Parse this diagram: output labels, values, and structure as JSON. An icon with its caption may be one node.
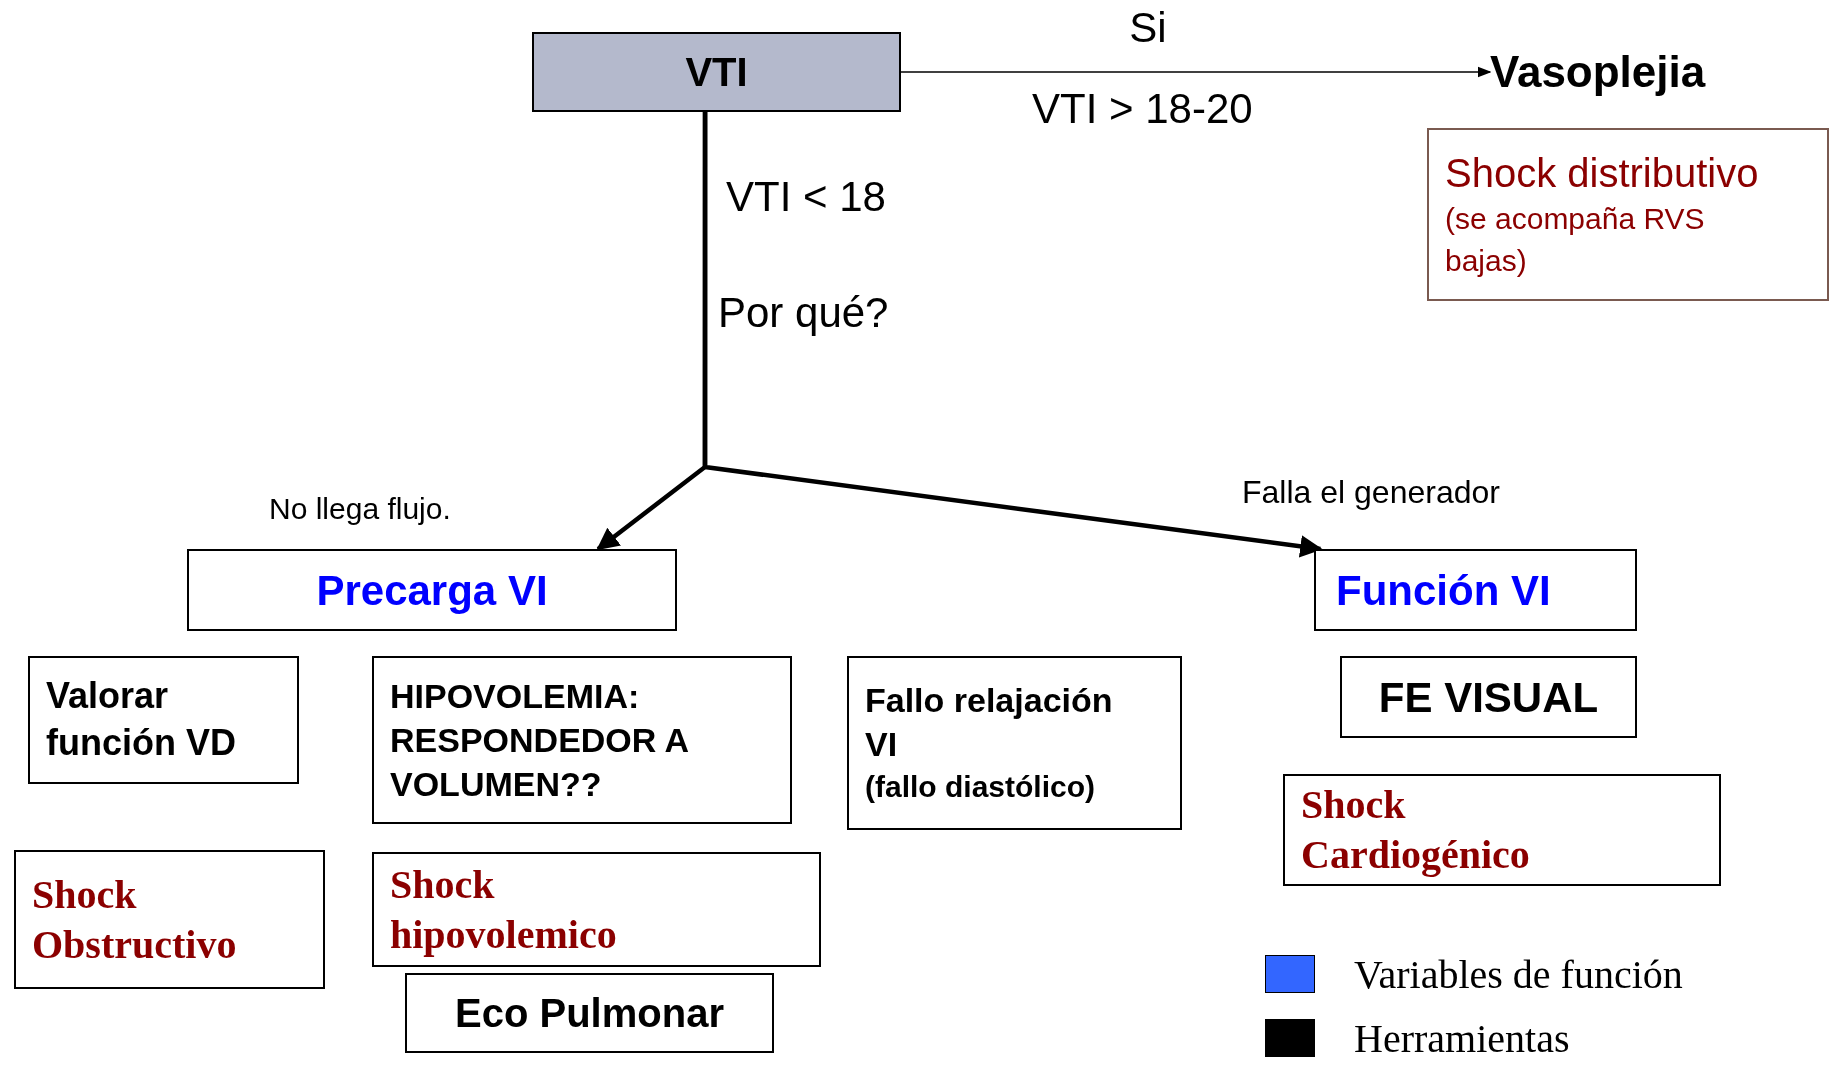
{
  "diagram": {
    "nodes": [
      {
        "text": [
          "VTI"
        ]
      },
      {
        "text": [
          "Vasoplejia"
        ]
      },
      {
        "text": [
          "Shock distributivo",
          "(se acompaña RVS bajas)"
        ]
      },
      {
        "text": [
          "Precarga VI"
        ],
        "beside": [
          "No llega flujo."
        ]
      },
      {
        "text": [
          "Función VI"
        ],
        "beside": [
          "Falla el generador"
        ]
      },
      {
        "text": [
          "Valorar función VD"
        ]
      },
      {
        "text": [
          "HIPOVOLEMIA: RESPONDEDOR A VOLUMEN??"
        ]
      },
      {
        "text": [
          "Fallo relajación VI",
          "(fallo diastólico)"
        ]
      },
      {
        "text": [
          "FE VISUAL"
        ]
      },
      {
        "text": [
          "Shock Cardiogénico"
        ]
      },
      {
        "text": [
          "Shock Obstructivo"
        ]
      },
      {
        "text": [
          "Shock hipovolemico"
        ]
      },
      {
        "text": [
          "Eco Pulmonar"
        ]
      }
    ],
    "edges": [
      {
        "from": 0,
        "to": 1,
        "arrow": "to",
        "label": "Si"
      },
      {
        "from": 0,
        "to": 3,
        "arrow": "to"
      },
      {
        "from": 0,
        "to": 4,
        "arrow": "to"
      }
    ],
    "labels": [
      "VTI > 18-20",
      "VTI < 18",
      "Por qué?"
    ],
    "legend": [
      {
        "text": "Variables de función",
        "color": "#3366ff"
      },
      {
        "text": "Herramientas",
        "color": "#000000"
      }
    ]
  }
}
